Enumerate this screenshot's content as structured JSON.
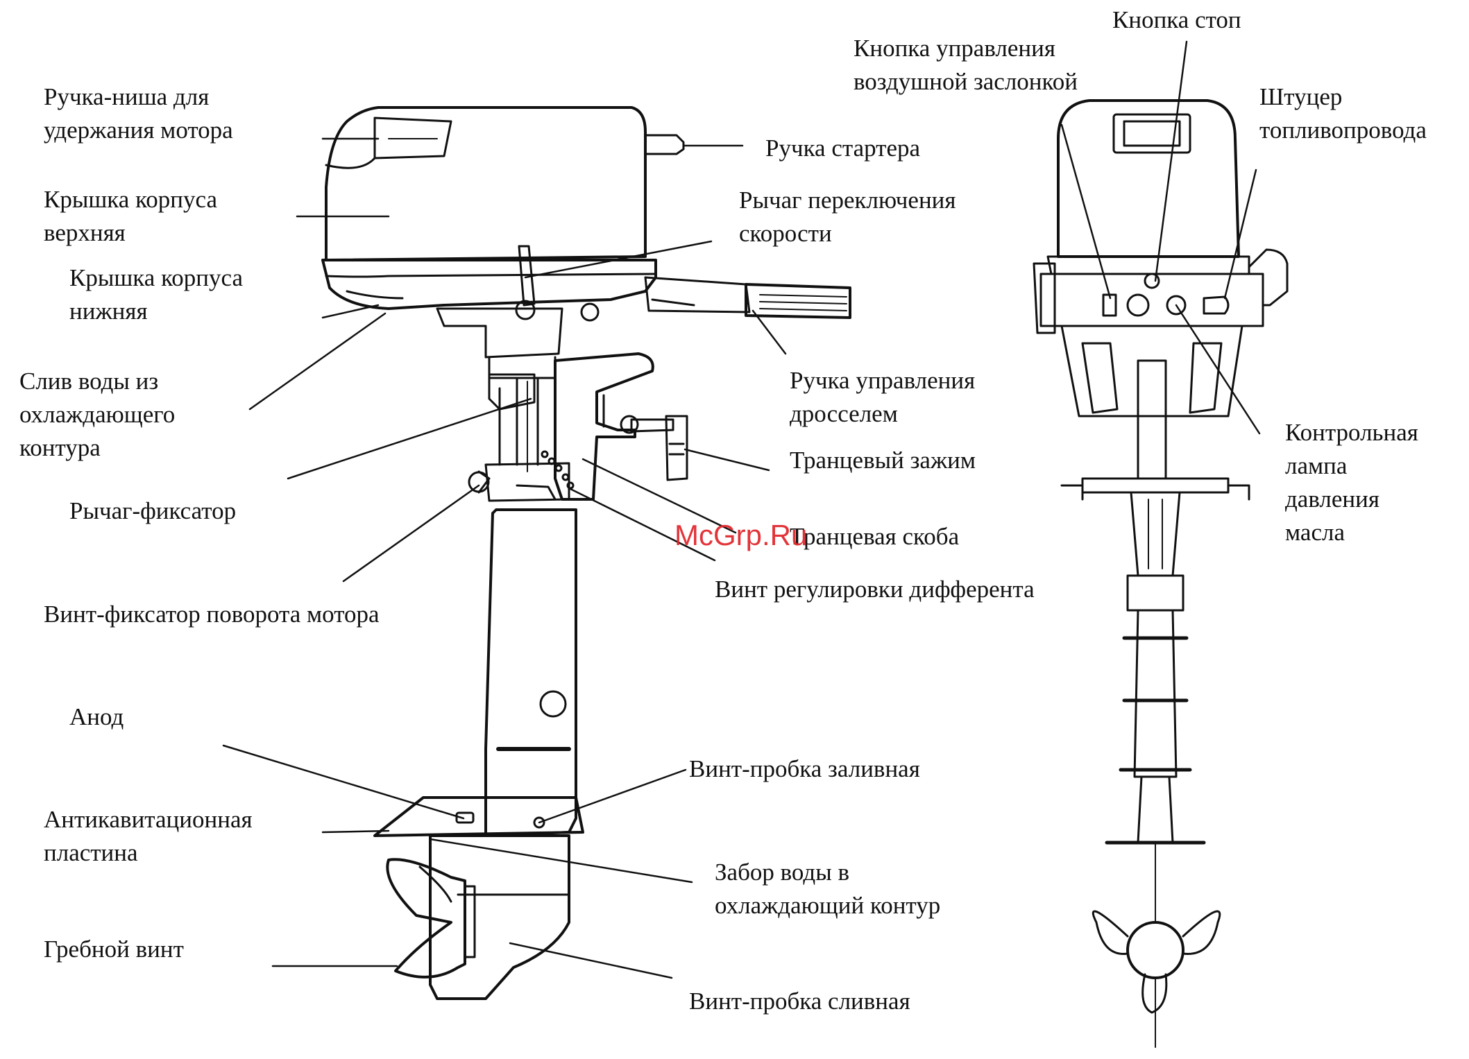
{
  "labels": {
    "handle_recess": [
      "Ручка-ниша для",
      "удержания мотора"
    ],
    "upper_cover": [
      "Крышка корпуса",
      "верхняя"
    ],
    "lower_cover": [
      "Крышка корпуса",
      "нижняя"
    ],
    "water_drain": [
      "Слив воды из",
      "охлаждающего",
      "контура"
    ],
    "lock_lever": "Рычаг-фиксатор",
    "swivel_lock_screw": "Винт-фиксатор поворота мотора",
    "anode": "Анод",
    "anticavitation_plate": [
      "Антикавитационная",
      "пластина"
    ],
    "propeller": "Гребной винт",
    "starter_handle": "Ручка стартера",
    "gear_shift_lever": [
      "Рычаг переключения",
      "скорости"
    ],
    "throttle_grip": [
      "Ручка управления",
      "дросселем"
    ],
    "transom_clamp": "Транцевый зажим",
    "transom_bracket": "Транцевая скоба",
    "trim_screw": "Винт регулировки дифферента",
    "fill_plug": "Винт-пробка заливная",
    "water_intake": [
      "Забор воды в",
      "охлаждающий контур"
    ],
    "drain_plug": "Винт-пробка сливная",
    "stop_button": "Кнопка стоп",
    "choke_button": [
      "Кнопка управления",
      "воздушной заслонкой"
    ],
    "fuel_connector": [
      "Штуцер",
      "топливопровода"
    ],
    "oil_pressure_lamp": [
      "Контрольная",
      "лампа",
      "давления",
      "масла"
    ]
  },
  "watermark": "McGrp.Ru"
}
